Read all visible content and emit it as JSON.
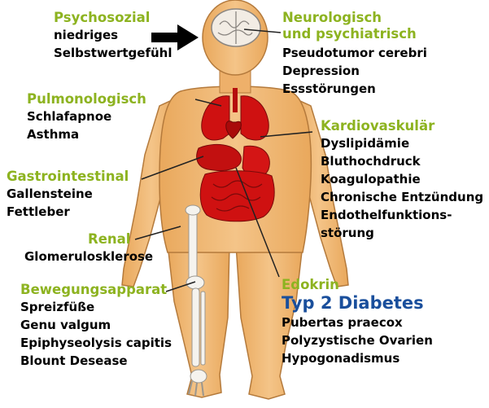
{
  "colors": {
    "category": "#8db320",
    "text": "#111111",
    "highlight": "#1a4f9c",
    "skin": "#f1b874",
    "organ": "#cf1111"
  },
  "icons": {
    "arrow": "arrow-right-icon",
    "body": "human-body-illustration"
  },
  "groups": {
    "psychosozial": {
      "category": "Psychosozial",
      "items": [
        "niedriges",
        "Selbstwertgefühl"
      ]
    },
    "neurologisch": {
      "category": [
        "Neurologisch",
        "und psychiatrisch"
      ],
      "items": [
        "Pseudotumor cerebri",
        "Depression",
        "Essstörungen"
      ]
    },
    "pulmonologisch": {
      "category": "Pulmonologisch",
      "items": [
        "Schlafapnoe",
        "Asthma"
      ]
    },
    "kardiovaskular": {
      "category": "Kardiovaskulär",
      "items": [
        "Dyslipidämie",
        "Bluthochdruck",
        "Koagulopathie",
        "Chronische Entzündung",
        "Endothelfunktions-",
        "störung"
      ]
    },
    "gastro": {
      "category": "Gastrointestinal",
      "items": [
        "Gallensteine",
        "Fettleber"
      ]
    },
    "renal": {
      "category": "Renal",
      "items": [
        "Glomerulosklerose"
      ]
    },
    "bewegung": {
      "category": "Bewegungsapparat",
      "items": [
        "Spreizfüße",
        "Genu valgum",
        "Epiphyseolysis capitis",
        "Blount Desease"
      ]
    },
    "endokrin": {
      "category": "Edokrin",
      "highlight": "Typ 2 Diabetes",
      "items": [
        "Pubertas praecox",
        "Polyzystische Ovarien",
        "Hypogonadismus"
      ]
    }
  }
}
